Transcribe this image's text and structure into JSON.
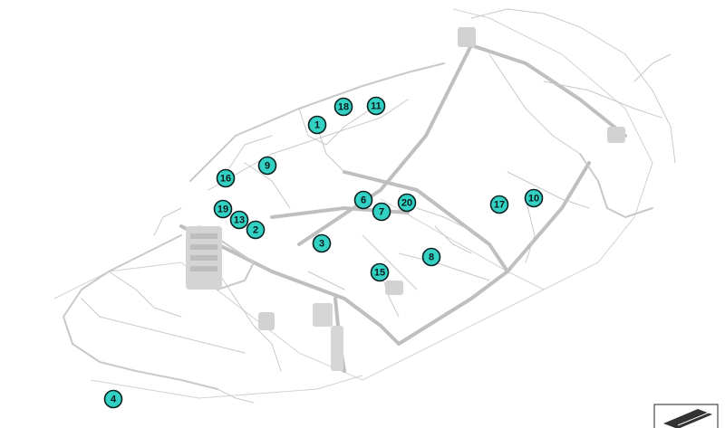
{
  "diagram": {
    "callouts": [
      "1",
      "2",
      "3",
      "4",
      "6",
      "7",
      "8",
      "9",
      "10",
      "11",
      "13",
      "15",
      "16",
      "17",
      "18",
      "19",
      "20"
    ],
    "callout_color": "#33d1c4",
    "line_color": "#c9c9c9",
    "corner_icon": "vehicle-orientation-icon"
  }
}
